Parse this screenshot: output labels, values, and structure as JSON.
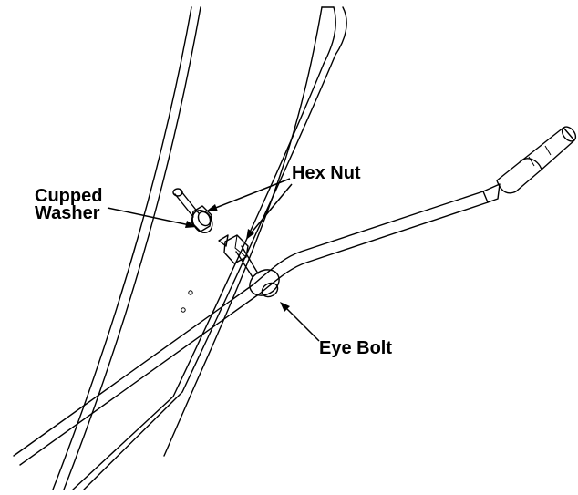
{
  "labels": {
    "cupped_washer_line1": "Cupped",
    "cupped_washer_line2": "Washer",
    "hex_nut": "Hex Nut",
    "eye_bolt": "Eye Bolt"
  },
  "colors": {
    "line": "#000000",
    "background": "#ffffff"
  }
}
